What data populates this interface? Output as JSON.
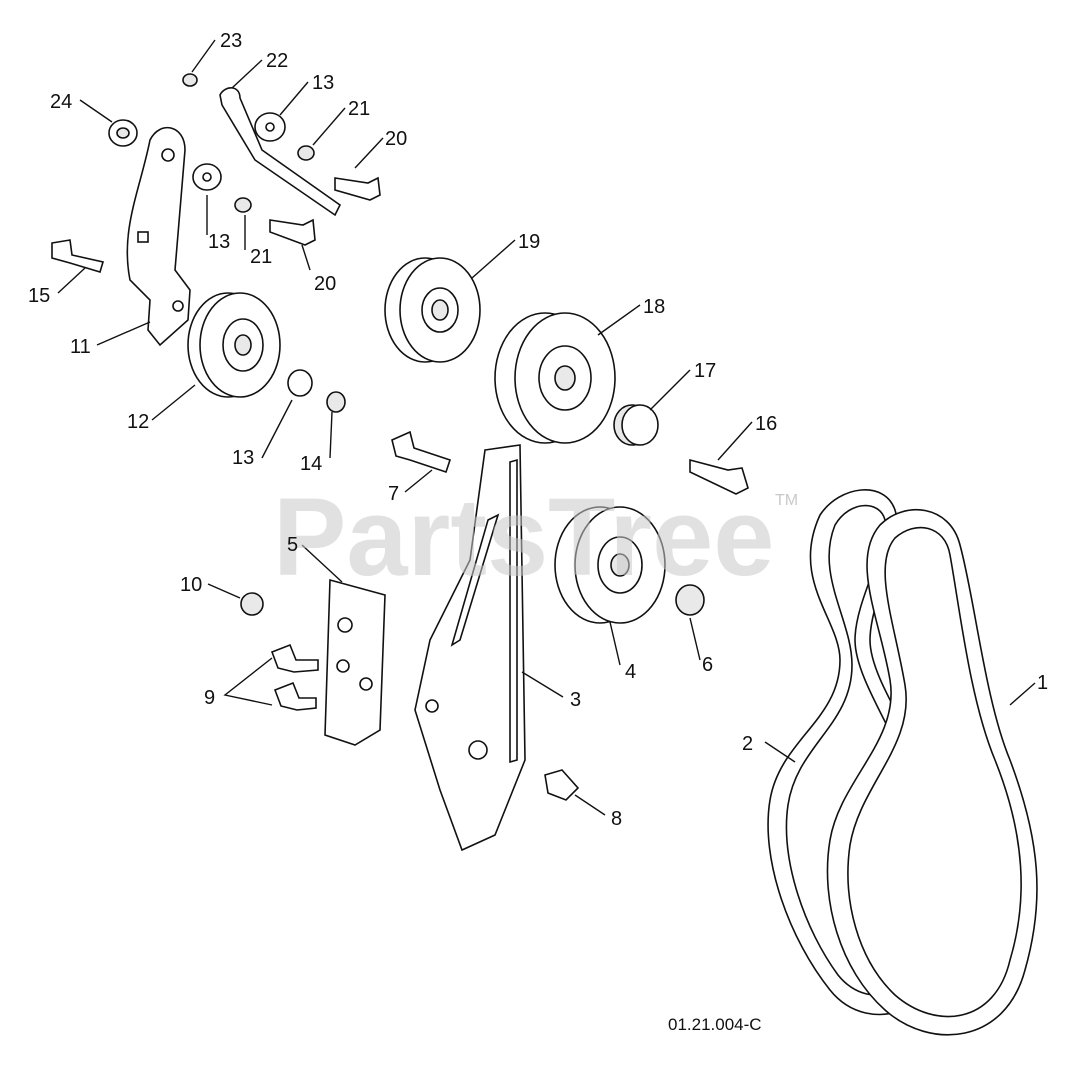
{
  "watermark": {
    "text": "PartsTree",
    "trademark": "TM"
  },
  "reference_code": "01.21.004-C",
  "callouts": [
    "23",
    "22",
    "13",
    "21",
    "20",
    "24",
    "13",
    "21",
    "20",
    "15",
    "11",
    "19",
    "18",
    "12",
    "17",
    "13",
    "14",
    "16",
    "7",
    "5",
    "10",
    "4",
    "6",
    "9",
    "3",
    "1",
    "2",
    "8"
  ],
  "colors": {
    "line": "#111111",
    "watermark": "#c9c9c9",
    "background": "#ffffff"
  }
}
